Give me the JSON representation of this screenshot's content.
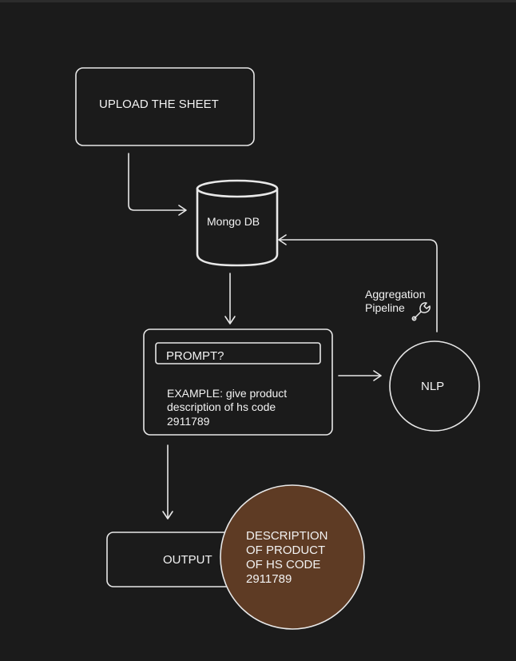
{
  "colors": {
    "background": "#1b1b1b",
    "stroke": "#e8e8e8",
    "output_circle_fill": "#5e3b24"
  },
  "nodes": {
    "upload": {
      "label": "UPLOAD THE SHEET"
    },
    "mongodb": {
      "label": "Mongo DB"
    },
    "aggregation": {
      "line1": "Aggregation",
      "line2": "Pipeline",
      "icon": "wrench-icon"
    },
    "prompt": {
      "input_label": "PROMPT?",
      "example_line1": "EXAMPLE: give product",
      "example_line2": "description of hs code",
      "example_line3": "2911789"
    },
    "nlp": {
      "label": "NLP"
    },
    "output": {
      "label": "OUTPUT"
    },
    "description": {
      "line1": "DESCRIPTION",
      "line2": "OF PRODUCT",
      "line3": "OF HS CODE",
      "line4": "2911789"
    }
  }
}
